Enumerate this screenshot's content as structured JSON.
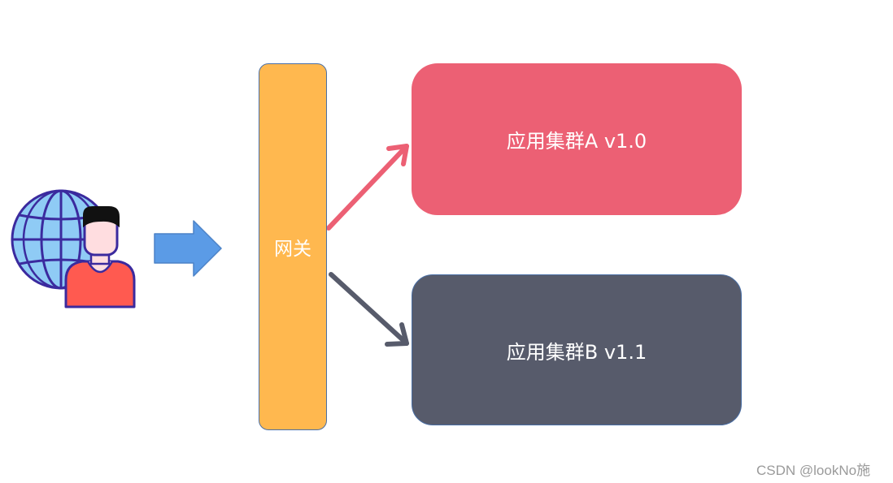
{
  "gateway": {
    "label": "网关"
  },
  "clusters": [
    {
      "label": "应用集群A v1.0"
    },
    {
      "label": "应用集群B v1.1"
    }
  ],
  "watermark": "CSDN @lookNo施",
  "icons": [
    "globe-user-icon",
    "right-arrow-icon"
  ],
  "colors": {
    "gateway": "#FFB84F",
    "cluster_a": "#EC6074",
    "cluster_b": "#575B6B",
    "arrow_a": "#EC6074",
    "arrow_b": "#575B6B",
    "flow_arrow": "#5B9BE6",
    "globe": "#8FCBF5",
    "shirt": "#FF5A50"
  }
}
